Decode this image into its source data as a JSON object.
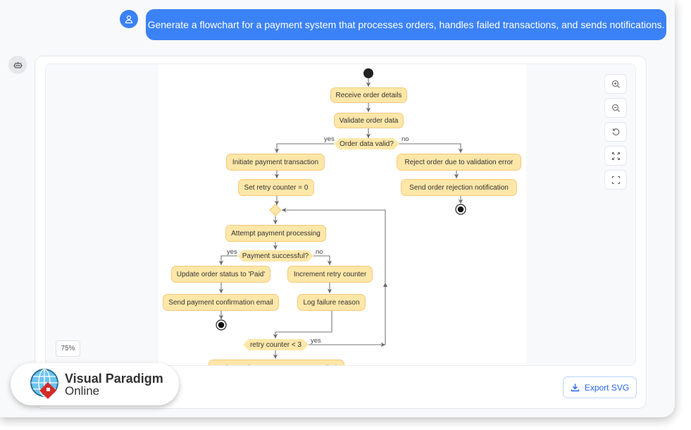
{
  "chat": {
    "user_message": "Generate a flowchart for a payment system that processes orders, handles failed transactions, and sends notifications.",
    "user_avatar_icon": "user-icon",
    "bot_avatar_icon": "robot-icon"
  },
  "diagram": {
    "nodes": {
      "receive": "Receive order details",
      "validate": "Validate order data",
      "valid_q": "Order data valid?",
      "initiate": "Initiate payment transaction",
      "set_retry": "Set retry counter = 0",
      "reject": "Reject order due to validation error",
      "send_reject": "Send order rejection notification",
      "attempt": "Attempt payment processing",
      "success_q": "Payment successful?",
      "update_paid": "Update order status to 'Paid'",
      "send_confirm": "Send payment confirmation email",
      "increment": "Increment retry counter",
      "log_failure": "Log failure reason",
      "retry_q": "retry counter < 3",
      "update_failed": "Update order status to 'Payment Failed'"
    },
    "labels": {
      "yes": "yes",
      "no": "no"
    },
    "colors": {
      "node_fill": "#fee7a8",
      "node_border": "#f5c97a",
      "edge": "#666666"
    }
  },
  "controls": {
    "zoom_in": "zoom-in-icon",
    "zoom_out": "zoom-out-icon",
    "reset": "reset-icon",
    "fit": "fit-icon",
    "fullscreen": "fullscreen-icon",
    "zoom_level": "75%"
  },
  "export_label": "Export SVG",
  "logo": {
    "line1": "Visual Paradigm",
    "line2": "Online"
  },
  "colors": {
    "accent": "#3b82f6"
  }
}
